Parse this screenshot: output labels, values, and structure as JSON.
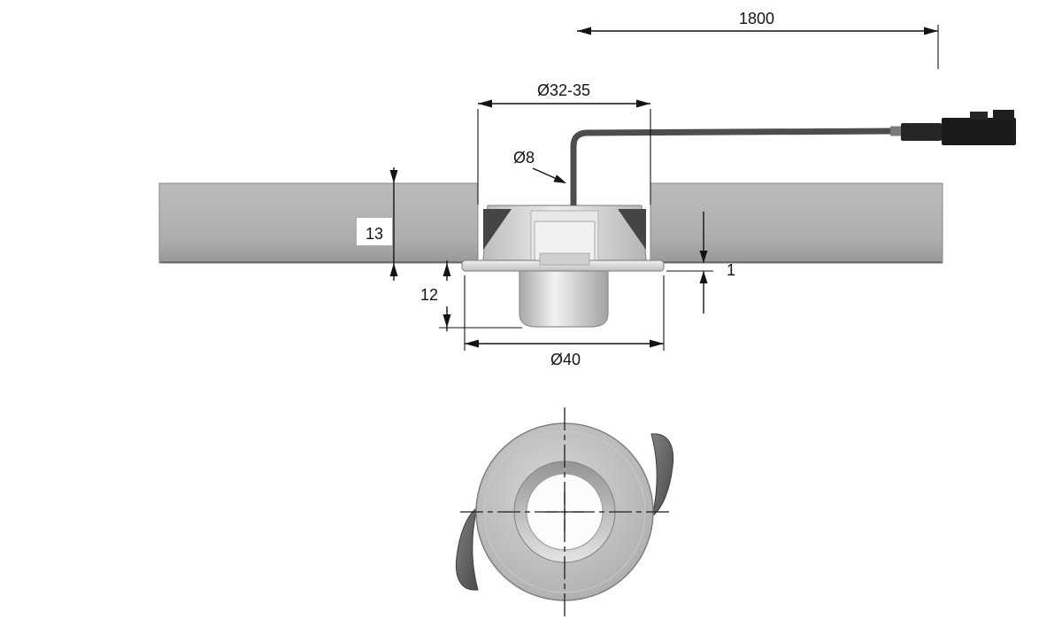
{
  "drawing": {
    "title": "Recessed luminaire installation dimension drawing",
    "labels": {
      "cable_length": "1800",
      "cutout_diameter": "Ø32-35",
      "cable_hole_diameter": "Ø8",
      "recess_depth": "13",
      "protrusion_below": "12",
      "flange_thickness": "1",
      "overall_diameter": "Ø40"
    },
    "colors": {
      "panel_gray": "#b0b0b0",
      "fixture_gray": "#d9d9d9",
      "clip_dark": "#454545",
      "cable_gray": "#4d4d4d",
      "connector_black": "#1b1b1b",
      "connector_gray": "#262626",
      "line_black": "#141414",
      "background": "#ffffff"
    }
  }
}
